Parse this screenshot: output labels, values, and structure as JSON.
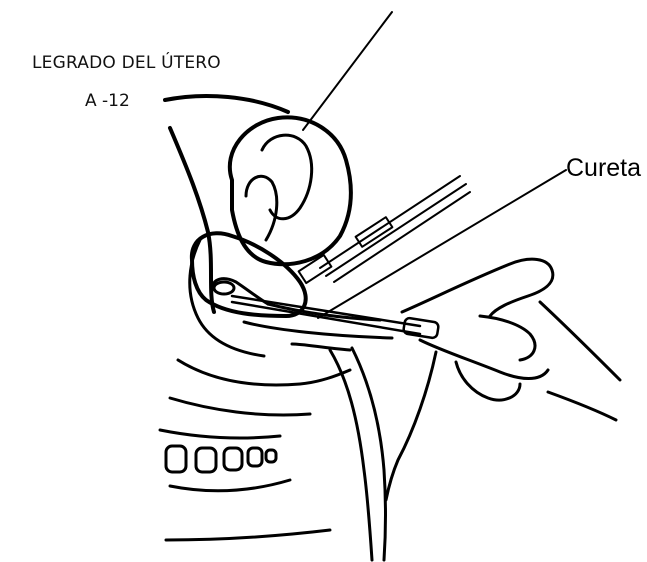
{
  "figure": {
    "title": "LEGRADO DEL ÚTERO",
    "code": "A -12",
    "callout_label": "Cureta"
  },
  "style": {
    "ink": "#000000",
    "background": "#ffffff"
  }
}
